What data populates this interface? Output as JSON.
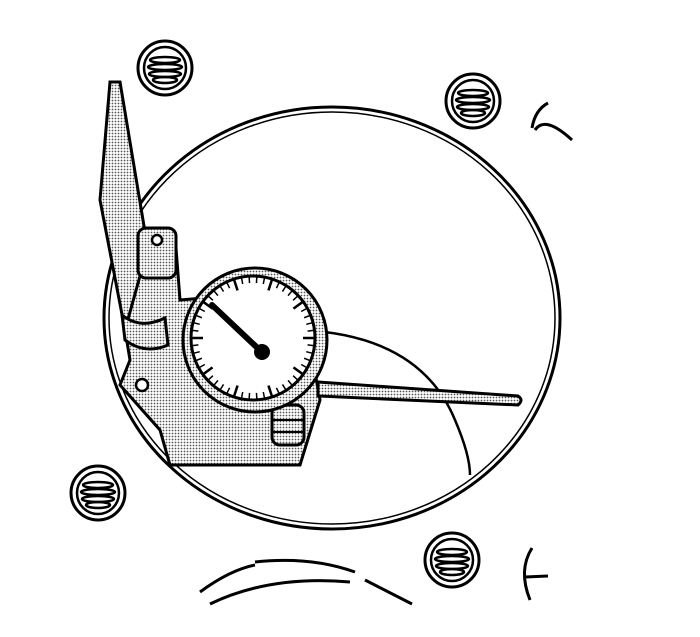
{
  "figure": {
    "style": "black-and-white technical line drawing",
    "colors": {
      "ink": "#000000",
      "paper": "#ffffff",
      "shade": "#9a9a9a"
    },
    "parts": [
      "bolt-hole",
      "bore-circle",
      "dial-gauge",
      "gauge-handle",
      "gauge-rod",
      "gauge-body"
    ]
  }
}
